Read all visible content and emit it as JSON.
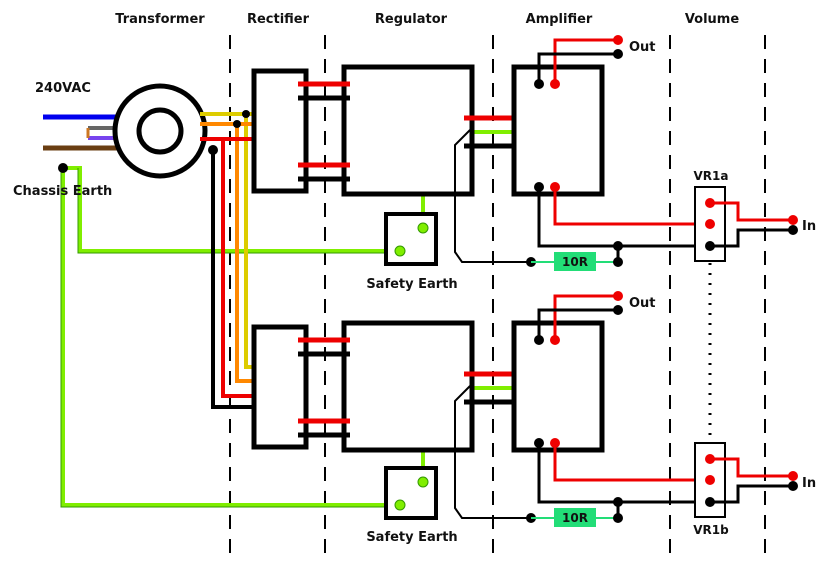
{
  "columns": {
    "transformer": "Transformer",
    "rectifier": "Rectifier",
    "regulator": "Regulator",
    "amplifier": "Amplifier",
    "volume": "Volume"
  },
  "mains": {
    "label": "240VAC"
  },
  "chassis_earth": {
    "label": "Chassis Earth"
  },
  "channels": [
    {
      "safety_earth": "Safety Earth",
      "out": "Out",
      "in": "In",
      "resistor": "10R",
      "pot": "VR1a"
    },
    {
      "safety_earth": "Safety Earth",
      "out": "Out",
      "in": "In",
      "resistor": "10R",
      "pot": "VR1b"
    }
  ],
  "colors": {
    "earth": "#80ee00",
    "signal_hot": "#ee0000",
    "ground": "#000000",
    "mains_active": "#0000ee",
    "mains_neutral": "#6a3e12",
    "transformer_yellow": "#ddcc00",
    "transformer_orange": "#ff8800",
    "resistor": "#22dd77"
  }
}
